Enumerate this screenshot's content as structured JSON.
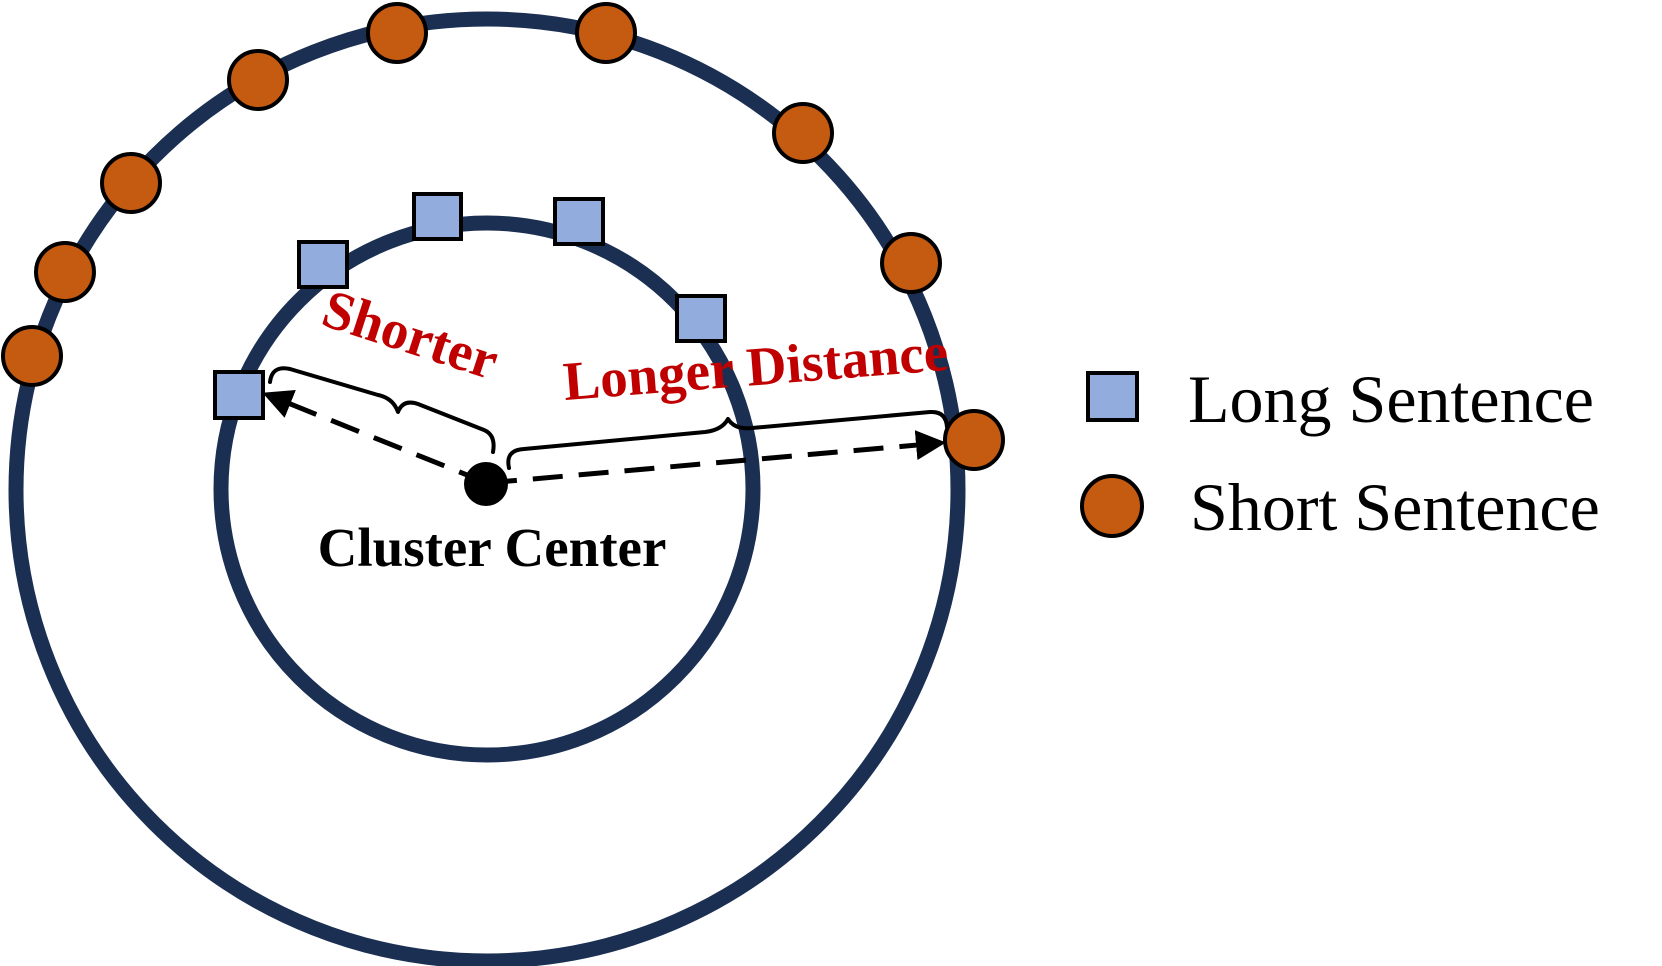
{
  "labels": {
    "shorter": "Shorter",
    "longer_distance": "Longer Distance",
    "cluster_center": "Cluster Center"
  },
  "legend": {
    "long_sentence": "Long Sentence",
    "short_sentence": "Short Sentence"
  },
  "colors": {
    "ring": "#1b2f52",
    "long_sentence_fill": "#92acdd",
    "short_sentence_fill": "#c55a11",
    "distance_label": "#c00000",
    "marker_outline": "#000000"
  }
}
